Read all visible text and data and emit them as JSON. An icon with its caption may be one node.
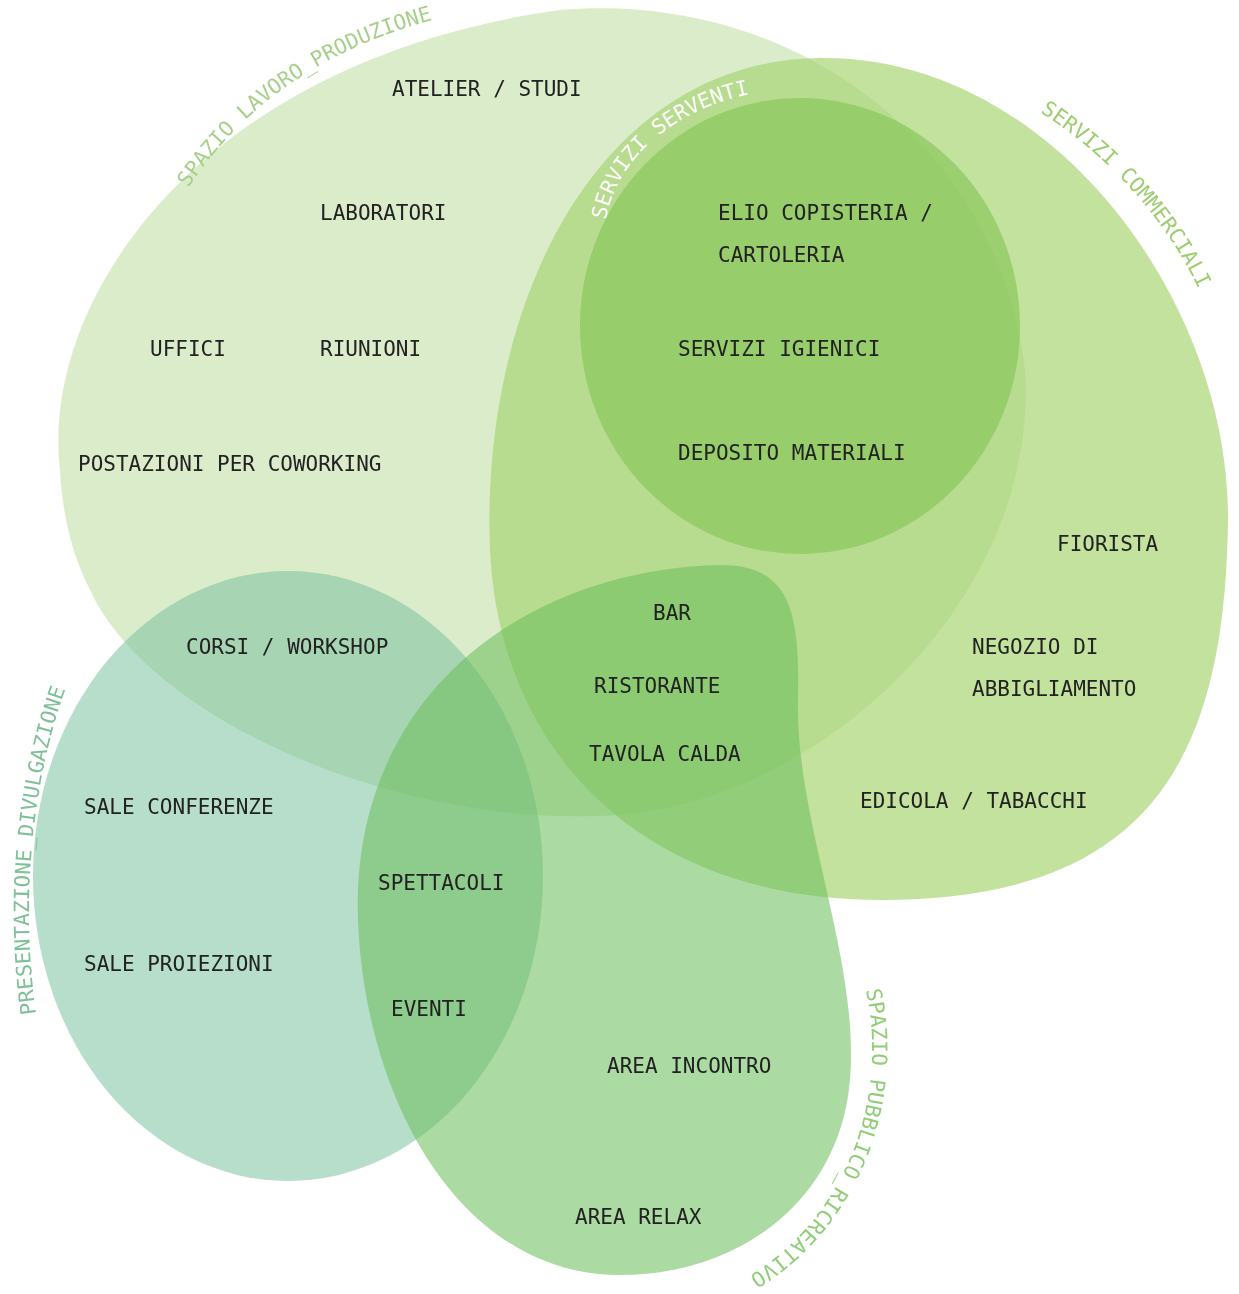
{
  "diagram": {
    "nodes": [
      {
        "text": [
          "SPAZIO LAVORO_PRODUZIONE"
        ]
      },
      {
        "text": [
          "SERVIZI SERVENTI"
        ]
      },
      {
        "text": [
          "SERVIZI COMMERCIALI"
        ]
      },
      {
        "text": [
          "PRESENTAZIONE_DIVULGAZIONE"
        ]
      },
      {
        "text": [
          "SPAZIO PUBBLICO_RICREATIVO"
        ]
      }
    ],
    "labels": [
      "ATELIER / STUDI",
      "LABORATORI",
      "ELIO COPISTERIA / CARTOLERIA",
      "UFFICI",
      "RIUNIONI",
      "SERVIZI IGIENICI",
      "POSTAZIONI PER COWORKING",
      "DEPOSITO MATERIALI",
      "FIORISTA",
      "BAR",
      "CORSI / WORKSHOP",
      "NEGOZIO DI ABBIGLIAMENTO",
      "RISTORANTE",
      "TAVOLA CALDA",
      "SALE CONFERENZE",
      "EDICOLA / TABACCHI",
      "SPETTACOLI",
      "SALE PROIEZIONI",
      "EVENTI",
      "AREA INCONTRO",
      "AREA RELAX"
    ]
  }
}
